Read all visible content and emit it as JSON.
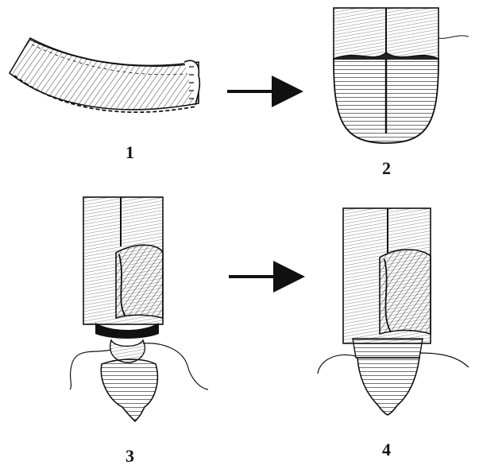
{
  "steps": [
    {
      "number": "1"
    },
    {
      "number": "2"
    },
    {
      "number": "3"
    },
    {
      "number": "4"
    }
  ],
  "colors": {
    "ink": "#111111",
    "paper": "#ffffff"
  }
}
